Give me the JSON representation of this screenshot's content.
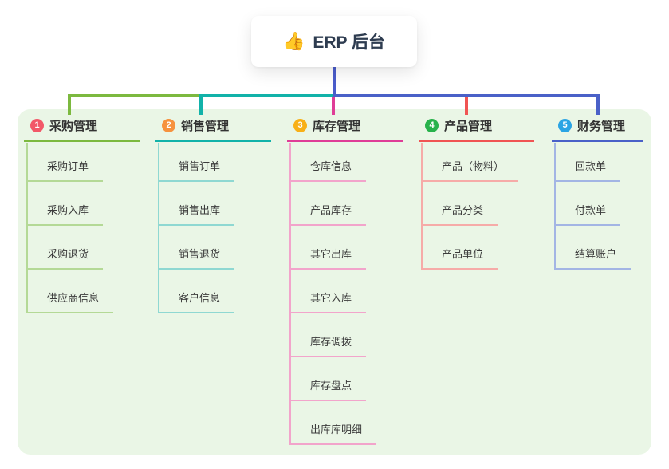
{
  "root": {
    "emoji": "👍",
    "label": "ERP 后台"
  },
  "branches": [
    {
      "index": "1",
      "label": "采购管理",
      "badge_color": "#f25868",
      "main_color": "#7cb93f",
      "light_color": "#b4d996",
      "children": [
        "采购订单",
        "采购入库",
        "采购退货",
        "供应商信息"
      ]
    },
    {
      "index": "2",
      "label": "销售管理",
      "badge_color": "#f6923e",
      "main_color": "#12b2a9",
      "light_color": "#8fd8d2",
      "children": [
        "销售订单",
        "销售出库",
        "销售退货",
        "客户信息"
      ]
    },
    {
      "index": "3",
      "label": "库存管理",
      "badge_color": "#f8b017",
      "main_color": "#df3d97",
      "light_color": "#f2a4cb",
      "children": [
        "仓库信息",
        "产品库存",
        "其它出库",
        "其它入库",
        "库存调拨",
        "库存盘点",
        "出库库明细"
      ]
    },
    {
      "index": "4",
      "label": "产品管理",
      "badge_color": "#28b24b",
      "main_color": "#f05453",
      "light_color": "#f6aba8",
      "children": [
        "产品（物料）",
        "产品分类",
        "产品单位"
      ]
    },
    {
      "index": "5",
      "label": "财务管理",
      "badge_color": "#2aa4e4",
      "main_color": "#4a61c8",
      "light_color": "#a3b5e4",
      "children": [
        "回款单",
        "付款单",
        "结算账户"
      ]
    }
  ],
  "colors": {
    "panel_background": "#eaf6e6",
    "root_connector": "#4a5ccb"
  }
}
